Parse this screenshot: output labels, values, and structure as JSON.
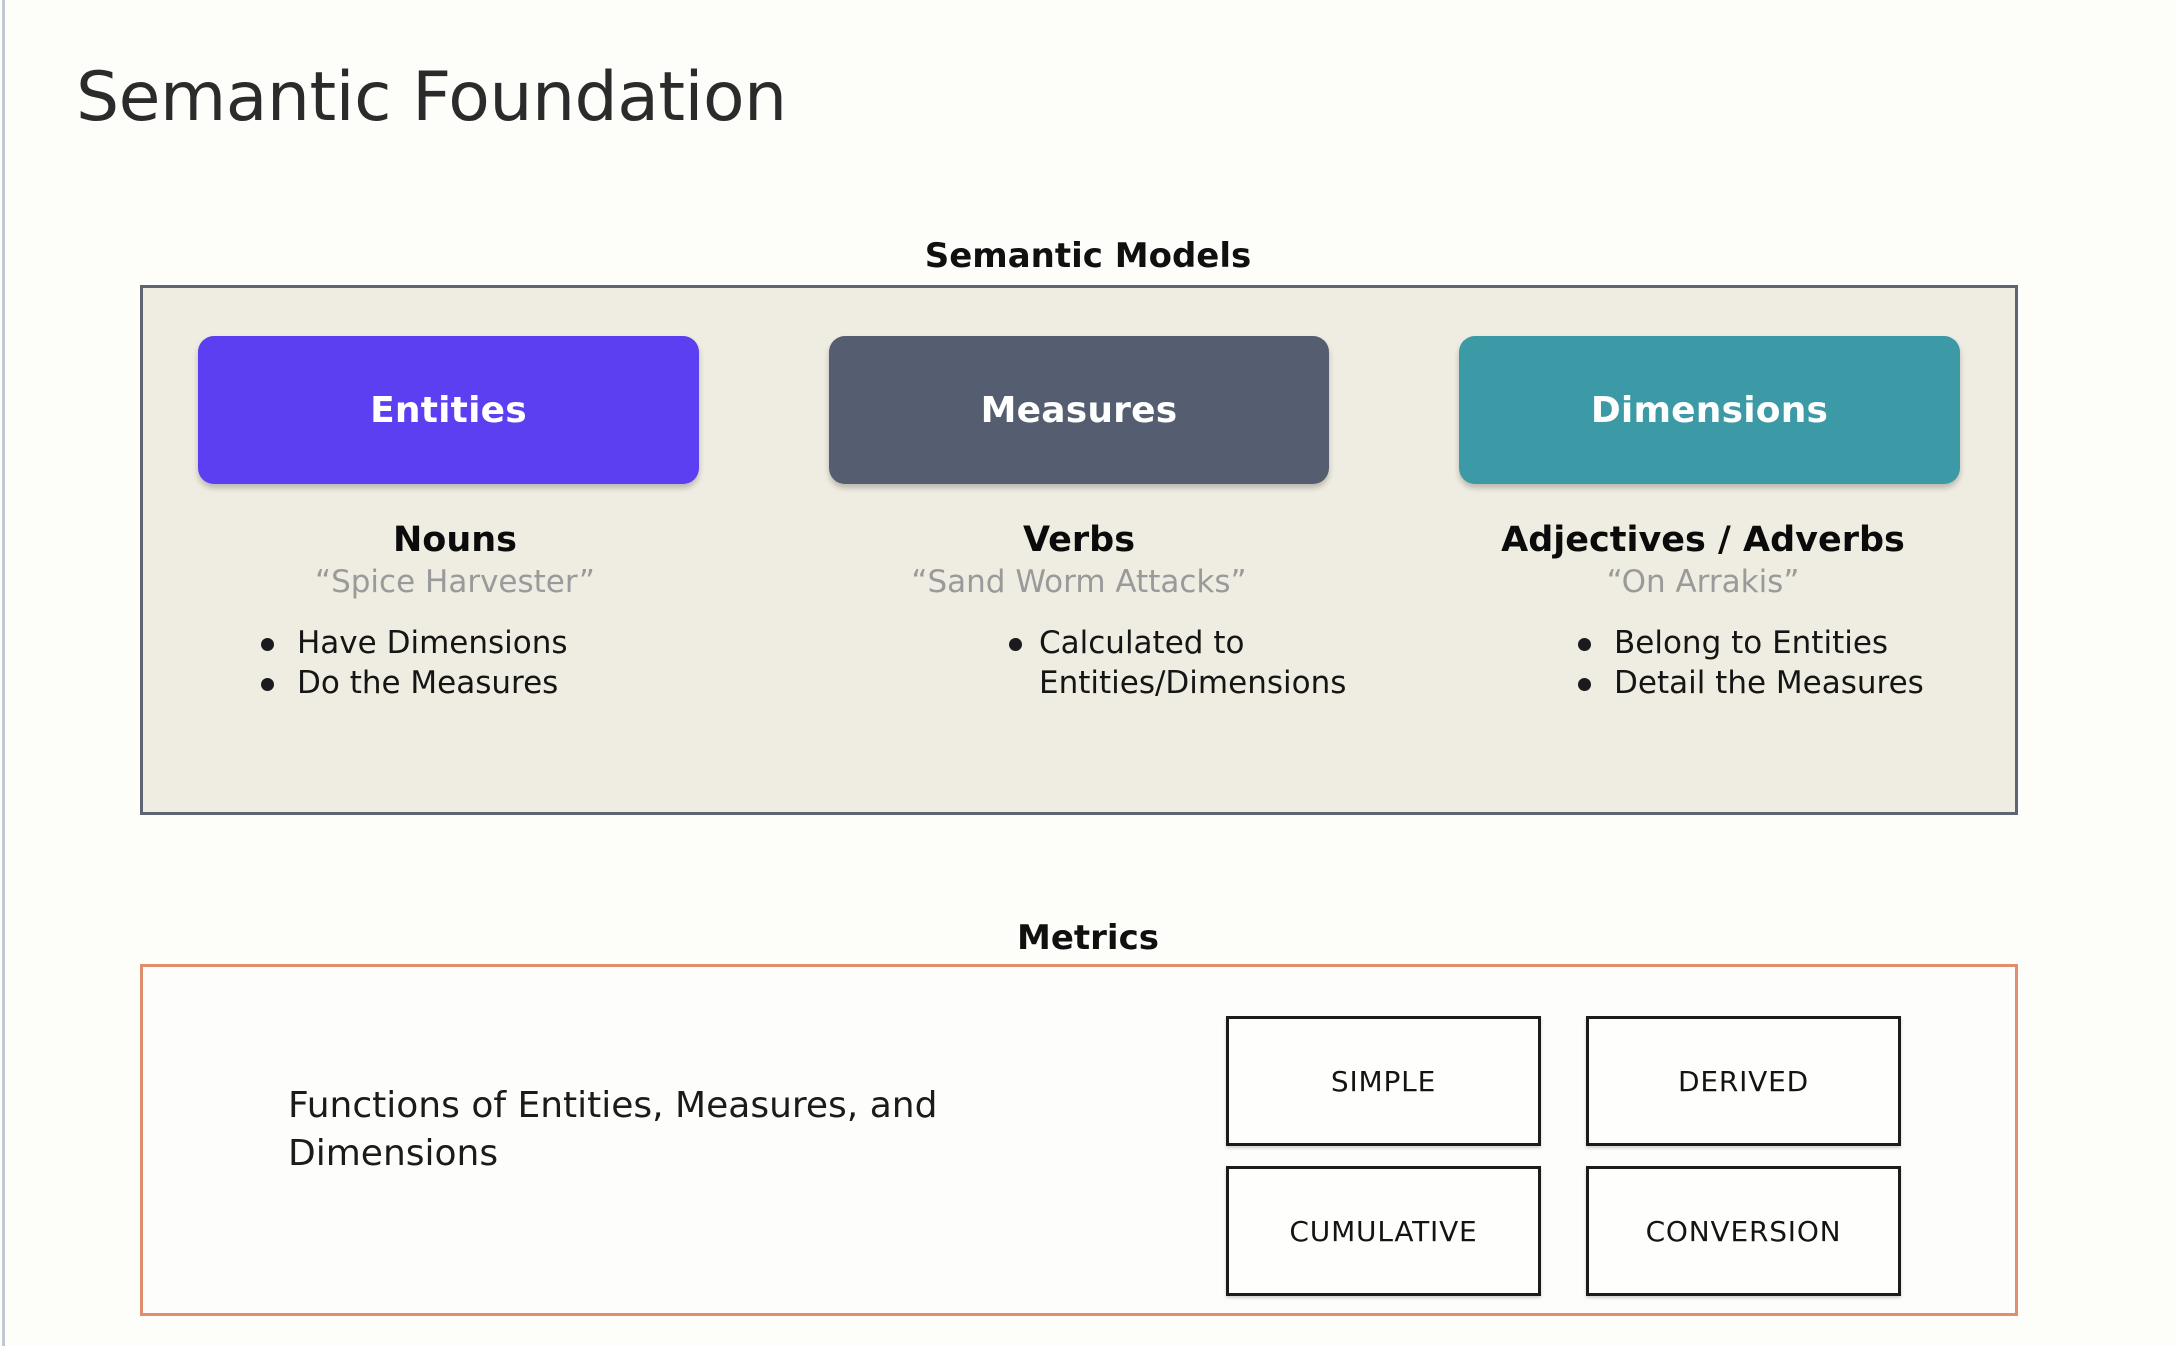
{
  "slide": {
    "title": "Semantic Foundation",
    "background_color": "#fdfdfa"
  },
  "semantic_models": {
    "caption": "Semantic Models",
    "panel_background": "#efede1",
    "panel_border": "#5e6472",
    "columns": [
      {
        "pill_label": "Entities",
        "pill_color": "#5b3ff0",
        "heading": "Nouns",
        "example": "“Spice Harvester”",
        "bullets": [
          "Have Dimensions",
          "Do the Measures"
        ]
      },
      {
        "pill_label": "Measures",
        "pill_color": "#555d70",
        "heading": "Verbs",
        "example": "“Sand Worm Attacks”",
        "bullets": [
          "Calculated to Entities/Dimensions"
        ]
      },
      {
        "pill_label": "Dimensions",
        "pill_color": "#3b9aa5",
        "heading": "Adjectives / Adverbs",
        "example": "“On Arrakis”",
        "bullets": [
          "Belong to Entities",
          "Detail the Measures"
        ]
      }
    ]
  },
  "metrics": {
    "caption": "Metrics",
    "panel_border": "#e08f6d",
    "description": "Functions of Entities, Measures, and Dimensions",
    "types": [
      "SIMPLE",
      "DERIVED",
      "CUMULATIVE",
      "CONVERSION"
    ]
  }
}
